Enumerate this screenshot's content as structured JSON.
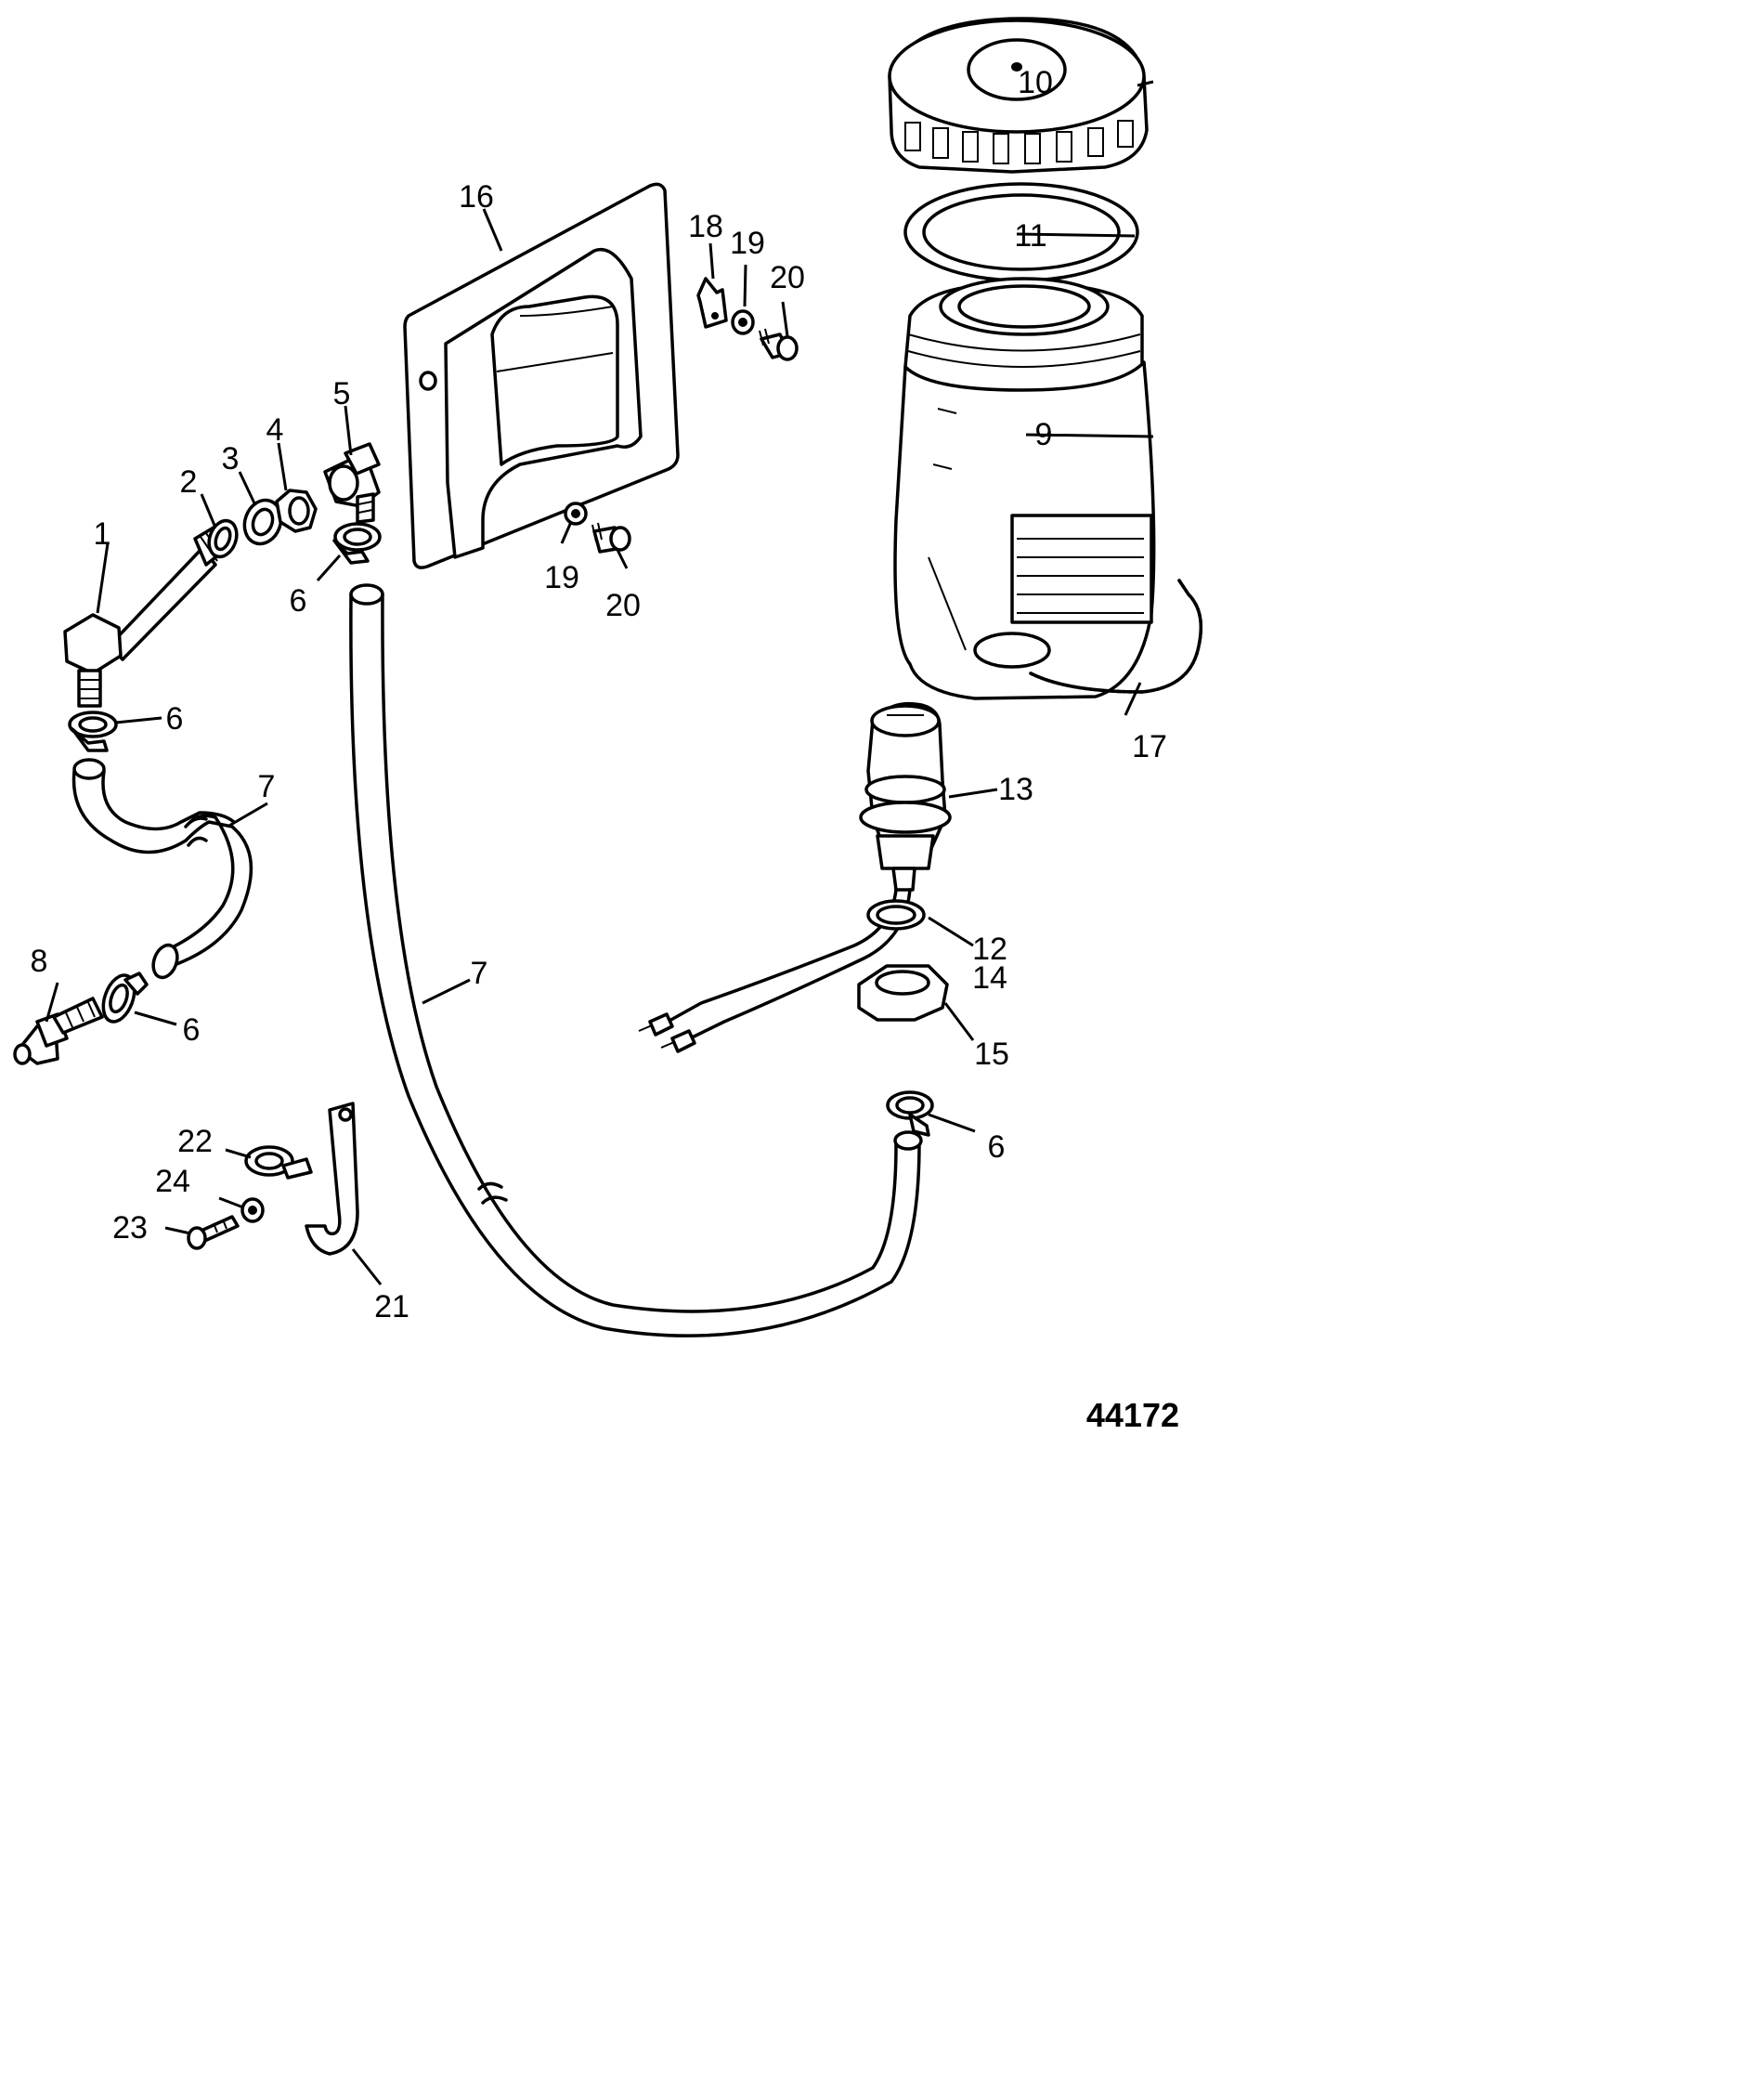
{
  "figure_number": "44172",
  "callouts": [
    {
      "id": "c1",
      "label": "1"
    },
    {
      "id": "c2",
      "label": "2"
    },
    {
      "id": "c3",
      "label": "3"
    },
    {
      "id": "c4",
      "label": "4"
    },
    {
      "id": "c5",
      "label": "5"
    },
    {
      "id": "c6a",
      "label": "6"
    },
    {
      "id": "c6b",
      "label": "6"
    },
    {
      "id": "c6c",
      "label": "6"
    },
    {
      "id": "c6d",
      "label": "6"
    },
    {
      "id": "c7a",
      "label": "7"
    },
    {
      "id": "c7b",
      "label": "7"
    },
    {
      "id": "c8",
      "label": "8"
    },
    {
      "id": "c9",
      "label": "9"
    },
    {
      "id": "c10",
      "label": "10"
    },
    {
      "id": "c11",
      "label": "11"
    },
    {
      "id": "c12",
      "label": "12"
    },
    {
      "id": "c13",
      "label": "13"
    },
    {
      "id": "c14",
      "label": "14"
    },
    {
      "id": "c15",
      "label": "15"
    },
    {
      "id": "c16",
      "label": "16"
    },
    {
      "id": "c17",
      "label": "17"
    },
    {
      "id": "c18",
      "label": "18"
    },
    {
      "id": "c19a",
      "label": "19"
    },
    {
      "id": "c19b",
      "label": "19"
    },
    {
      "id": "c20a",
      "label": "20"
    },
    {
      "id": "c20b",
      "label": "20"
    },
    {
      "id": "c21",
      "label": "21"
    },
    {
      "id": "c22",
      "label": "22"
    },
    {
      "id": "c23",
      "label": "23"
    },
    {
      "id": "c24",
      "label": "24"
    }
  ]
}
